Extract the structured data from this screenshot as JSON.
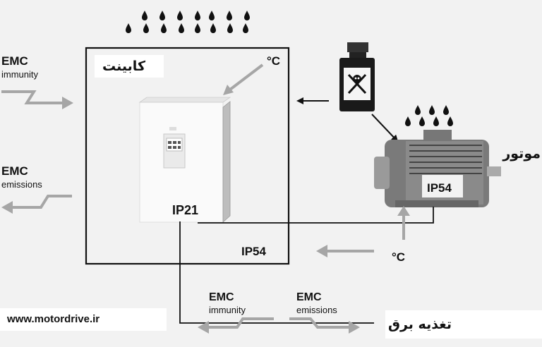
{
  "cabinet": {
    "label": "کابینت",
    "ip_rating": "IP54",
    "temp": "°C"
  },
  "drive": {
    "ip_rating": "IP21"
  },
  "motor": {
    "label": "موتور",
    "ip_rating": "IP54",
    "temp": "°C"
  },
  "emc_left": {
    "immunity_title": "EMC",
    "immunity_sub": "immunity",
    "emissions_title": "EMC",
    "emissions_sub": "emissions"
  },
  "emc_bottom": {
    "immunity_title": "EMC",
    "immunity_sub": "immunity",
    "emissions_title": "EMC",
    "emissions_sub": "emissions"
  },
  "power_supply": {
    "label": "تغذیه برق"
  },
  "website": {
    "url": "www.motordrive.ir"
  },
  "icons": [
    "water-drop-icon",
    "poison-bottle-icon",
    "motor-icon",
    "lightning-arrow-icon"
  ],
  "colors": {
    "arrow_gray": "#a6a6a6",
    "line": "#111111",
    "background": "#f2f2f2"
  }
}
